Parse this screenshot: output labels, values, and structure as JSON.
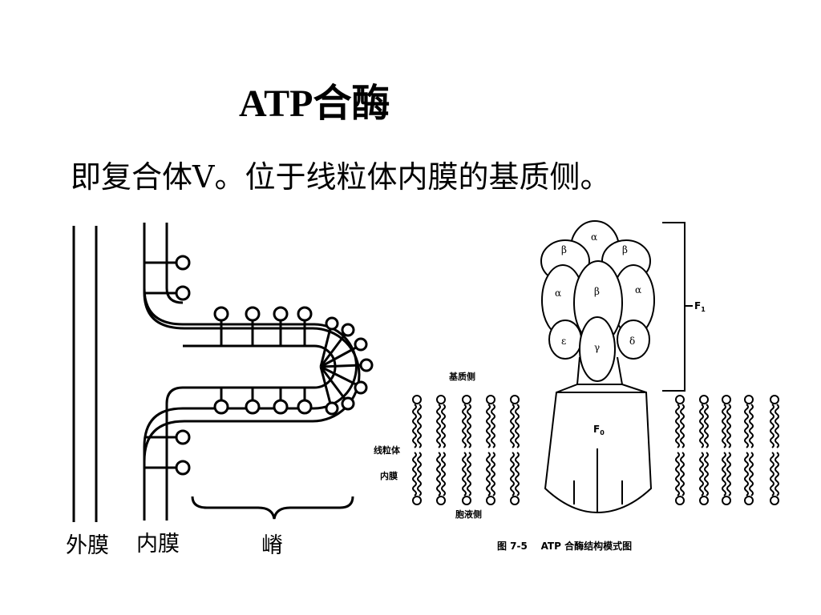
{
  "slide": {
    "title": "ATP合酶",
    "subtitle": "即复合体Ⅴ。位于线粒体内膜的基质侧。"
  },
  "left_figure": {
    "labels": {
      "outer_membrane": "外膜",
      "inner_membrane": "内膜",
      "cristae": "嵴"
    }
  },
  "right_figure": {
    "labels": {
      "matrix_side": "基质侧",
      "inner_membrane_line1": "线粒体",
      "inner_membrane_line2": "内膜",
      "cytosol_side": "胞液侧",
      "f1": "F",
      "f1_sub": "1",
      "f0": "F",
      "f0_sub": "0",
      "caption": "图 7-5    ATP 合酶结构模式图"
    },
    "subunits": {
      "alpha": "α",
      "beta": "β",
      "gamma": "γ",
      "delta": "δ",
      "epsilon": "ε"
    }
  }
}
